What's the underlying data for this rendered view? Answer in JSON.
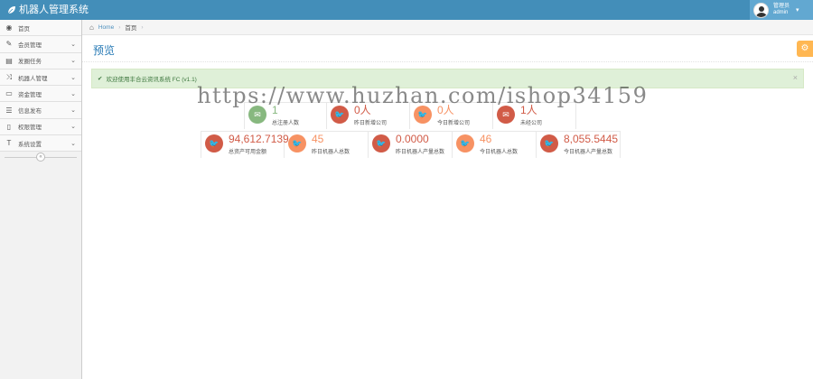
{
  "app": {
    "title": "机器人管理系统"
  },
  "user": {
    "welcome": "管理员",
    "name": "admin"
  },
  "sidebar": {
    "items": [
      {
        "label": "首页",
        "icon": "dashboard-icon",
        "has_arrow": false
      },
      {
        "label": "会员管理",
        "icon": "edit-icon",
        "has_arrow": true
      },
      {
        "label": "发圈任务",
        "icon": "book-icon",
        "has_arrow": true
      },
      {
        "label": "机器人管理",
        "icon": "shuffle-icon",
        "has_arrow": true
      },
      {
        "label": "资金管理",
        "icon": "desktop-icon",
        "has_arrow": true
      },
      {
        "label": "信息发布",
        "icon": "list-icon",
        "has_arrow": true
      },
      {
        "label": "权限管理",
        "icon": "file-icon",
        "has_arrow": true
      },
      {
        "label": "系统设置",
        "icon": "text-icon",
        "has_arrow": true
      }
    ]
  },
  "breadcrumbs": {
    "home": "Home",
    "current": "首页"
  },
  "page": {
    "title": "预览"
  },
  "alert": {
    "text": "欢迎使用丰合云资讯系统 FC (v1.1)"
  },
  "watermark": "https://www.huzhan.com/ishop34159",
  "stats_row1": [
    {
      "value": "1",
      "label": "总注册人数",
      "color": "#87b87f",
      "icon": "comments-icon"
    },
    {
      "value": "0人",
      "label": "昨日新增公司",
      "color": "#d15b47",
      "icon": "twitter-icon"
    },
    {
      "value": "0人",
      "label": "今日新增公司",
      "color": "#f79263",
      "icon": "twitter-icon"
    },
    {
      "value": "1人",
      "label": "未经公司",
      "color": "#d15b47",
      "icon": "comments-icon"
    }
  ],
  "stats_row2": [
    {
      "value": "94,612.7139",
      "label": "总资产可用金额",
      "color": "#d15b47",
      "icon": "twitter-icon"
    },
    {
      "value": "45",
      "label": "昨日机器人总数",
      "color": "#f79263",
      "icon": "twitter-icon"
    },
    {
      "value": "0.0000",
      "label": "昨日机器人产量总数",
      "color": "#d15b47",
      "icon": "twitter-icon"
    },
    {
      "value": "46",
      "label": "今日机器人总数",
      "color": "#f79263",
      "icon": "twitter-icon"
    },
    {
      "value": "8,055.5445",
      "label": "今日机器人产量总数",
      "color": "#d15b47",
      "icon": "twitter-icon"
    }
  ],
  "colors": {
    "navbar": "#438eb9",
    "title": "#2679b5",
    "alert_bg": "#dff0d8"
  }
}
